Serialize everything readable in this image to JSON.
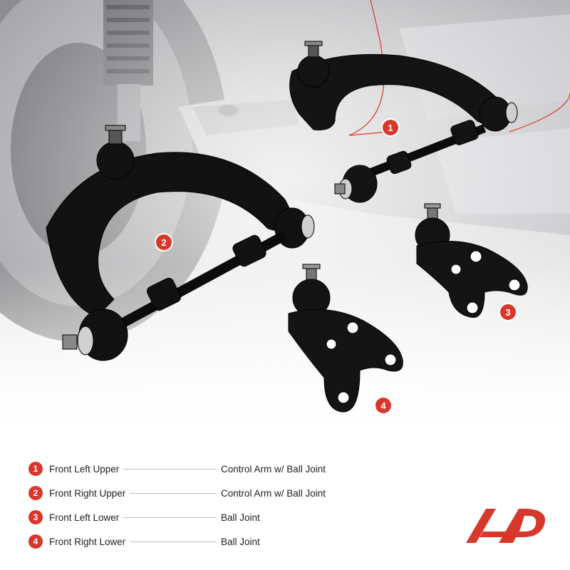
{
  "callouts": [
    "1",
    "2",
    "3",
    "4"
  ],
  "legend": [
    {
      "num": "1",
      "position": "Front Left Upper",
      "part": "Control Arm w/ Ball Joint"
    },
    {
      "num": "2",
      "position": "Front Right Upper",
      "part": "Control Arm w/ Ball Joint"
    },
    {
      "num": "3",
      "position": "Front Left Lower",
      "part": "Ball Joint"
    },
    {
      "num": "4",
      "position": "Front Right Lower",
      "part": "Ball Joint"
    }
  ],
  "colors": {
    "accent": "#d8372b",
    "part": "#121212",
    "text": "#222222"
  },
  "icons": {
    "logo": "brand-logo-icon"
  }
}
